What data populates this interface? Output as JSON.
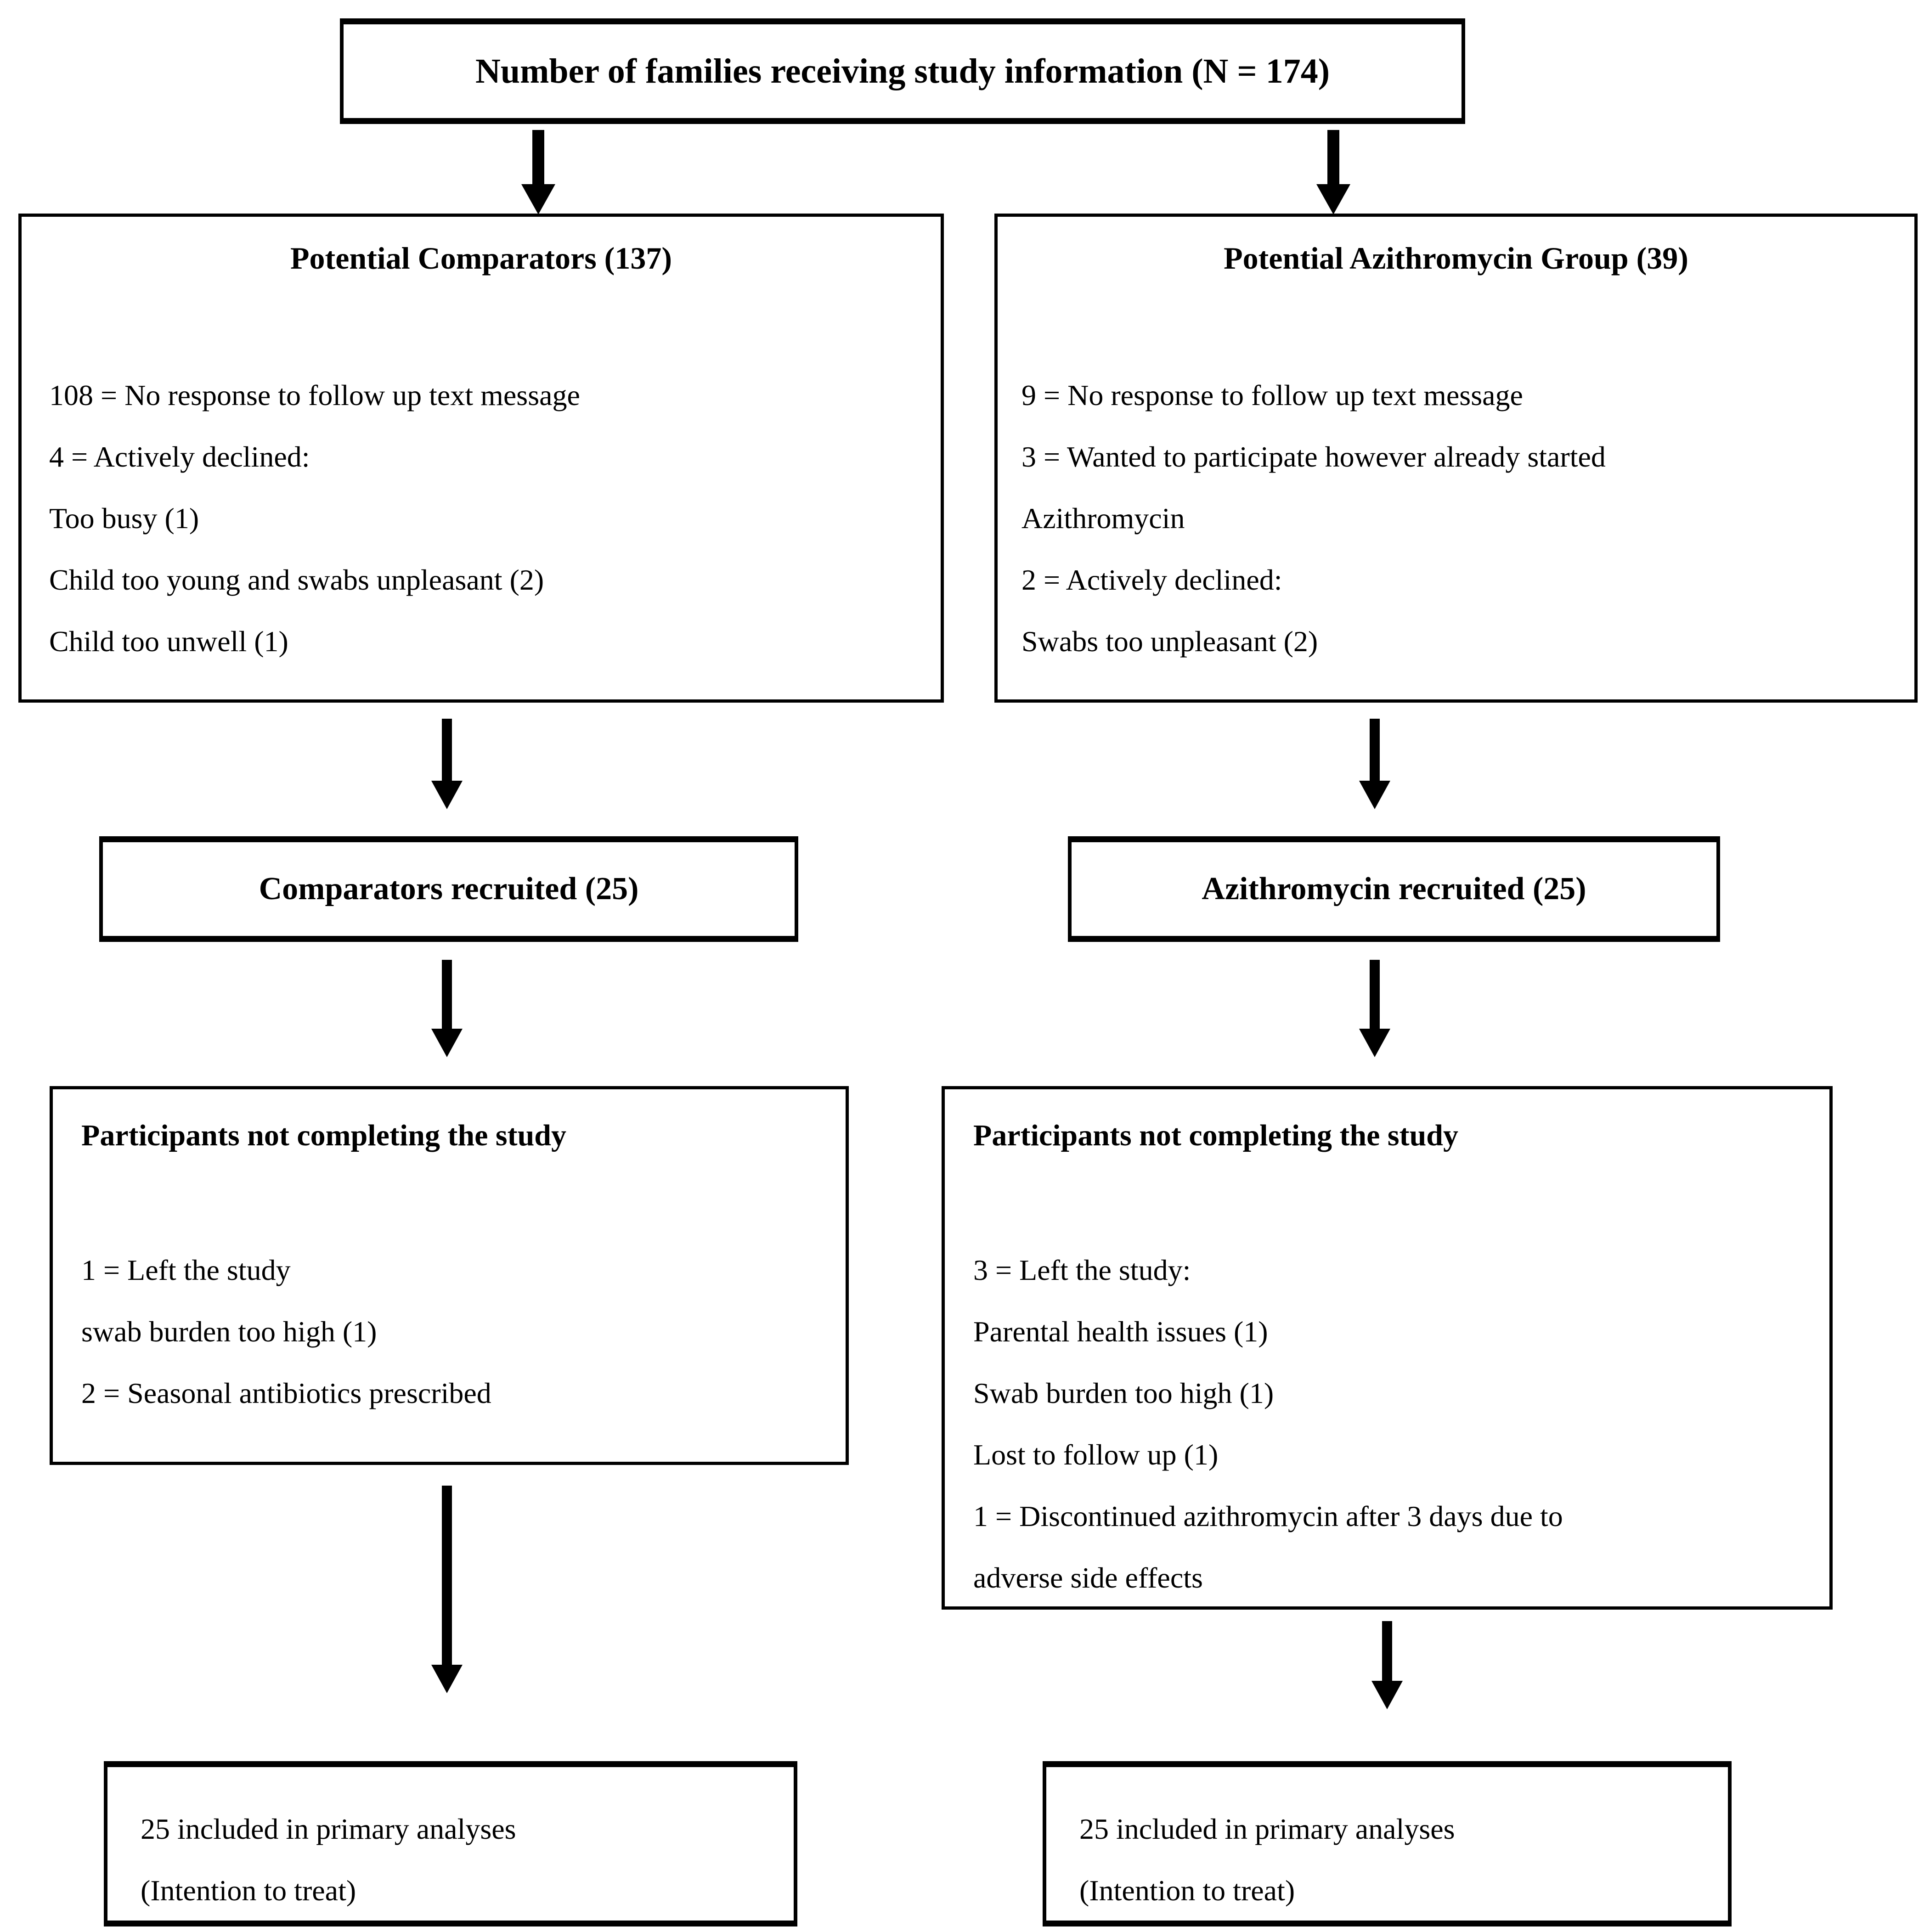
{
  "diagram": {
    "colors": {
      "ink": "#000000",
      "background": "#ffffff"
    },
    "top_box": {
      "label": "Number of families receiving study information (N = 174)"
    },
    "left_column": {
      "potential_box": {
        "title": "Potential Comparators (137)",
        "lines": [
          "108 = No response to follow up text message",
          "4 = Actively declined:",
          "Too busy (1)",
          "Child too young and swabs unpleasant (2)",
          "Child too unwell (1)"
        ]
      },
      "recruited_box": {
        "label": "Comparators recruited (25)"
      },
      "dropout_box": {
        "title": "Participants not completing the study",
        "lines": [
          "1 = Left the study",
          "swab burden too high (1)",
          "2 = Seasonal antibiotics prescribed"
        ]
      },
      "final_box": {
        "lines": [
          "25 included in primary analyses",
          "(Intention to treat)"
        ]
      }
    },
    "right_column": {
      "potential_box": {
        "title": "Potential Azithromycin Group (39)",
        "lines": [
          "9 = No response to follow up text message",
          "3 = Wanted to participate however already started",
          "Azithromycin",
          "2 = Actively declined:",
          "Swabs too unpleasant (2)"
        ]
      },
      "recruited_box": {
        "label": "Azithromycin recruited (25)"
      },
      "dropout_box": {
        "title": "Participants not completing the study",
        "lines": [
          "3 = Left the study:",
          "Parental health issues (1)",
          "Swab burden too high (1)",
          "Lost to follow up (1)",
          "1 = Discontinued azithromycin after 3 days due to",
          "adverse side effects"
        ]
      },
      "final_box": {
        "lines": [
          "25 included in primary analyses",
          "(Intention to treat)"
        ]
      }
    }
  }
}
